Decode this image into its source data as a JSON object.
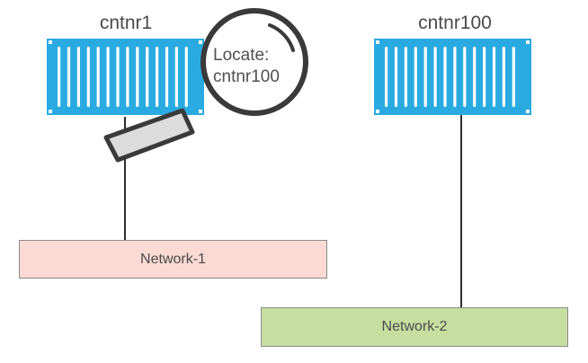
{
  "diagram": {
    "containers": [
      {
        "name": "cntnr1",
        "color": "#29abe2"
      },
      {
        "name": "cntnr100",
        "color": "#29abe2"
      }
    ],
    "locate_callout": {
      "line1": "Locate:",
      "line2": "cntnr100"
    },
    "networks": [
      {
        "label": "Network-1",
        "fill": "#fadad3"
      },
      {
        "label": "Network-2",
        "fill": "#c6dea0"
      }
    ],
    "links": [
      {
        "from": "cntnr1",
        "to": "Network-1"
      },
      {
        "from": "cntnr100",
        "to": "Network-2"
      }
    ],
    "colors": {
      "container": "#29abe2",
      "container_stripe": "#ffffff",
      "magnifier": "#3a3a3a",
      "handle_fill": "#dcdcdc",
      "connector": "#2f2f2f"
    },
    "icons": {
      "container": "shipping-container-icon",
      "search": "magnifying-glass-icon"
    }
  }
}
